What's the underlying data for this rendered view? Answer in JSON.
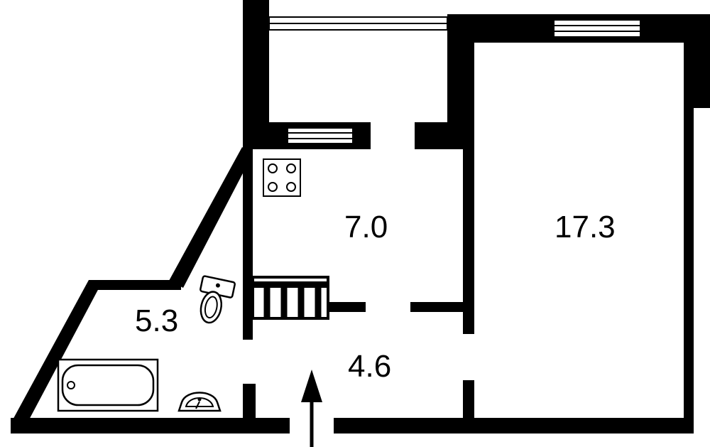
{
  "floor_plan": {
    "rooms": [
      {
        "id": "kitchen",
        "area": "7.0"
      },
      {
        "id": "living-room",
        "area": "17.3"
      },
      {
        "id": "bathroom",
        "area": "5.3"
      },
      {
        "id": "hallway",
        "area": "4.6"
      }
    ],
    "fixtures": [
      "stove-icon",
      "toilet-icon",
      "bathtub-icon",
      "sink-icon",
      "wardrobe-shelves"
    ],
    "entrance": "entrance-arrow-icon",
    "colors": {
      "walls": "#000000",
      "background": "#ffffff"
    }
  }
}
